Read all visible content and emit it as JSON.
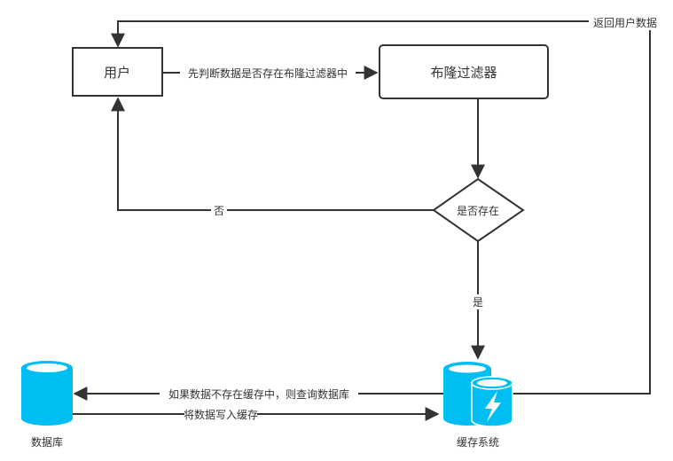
{
  "nodes": {
    "user": "用户",
    "bloom_filter": "布隆过滤器",
    "exists_decision": "是否存在",
    "database": "数据库",
    "cache_system": "缓存系统"
  },
  "edges": {
    "user_to_bloom": "先判断数据是否存在布隆过滤器中",
    "decision_no": "否",
    "decision_yes": "是",
    "cache_to_user": "返回用户数据",
    "cache_to_db": "如果数据不存在缓存中，则查询数据库",
    "db_to_cache": "将数据写入缓存"
  },
  "colors": {
    "stroke": "#333333",
    "cylinder": "#00bef2"
  }
}
